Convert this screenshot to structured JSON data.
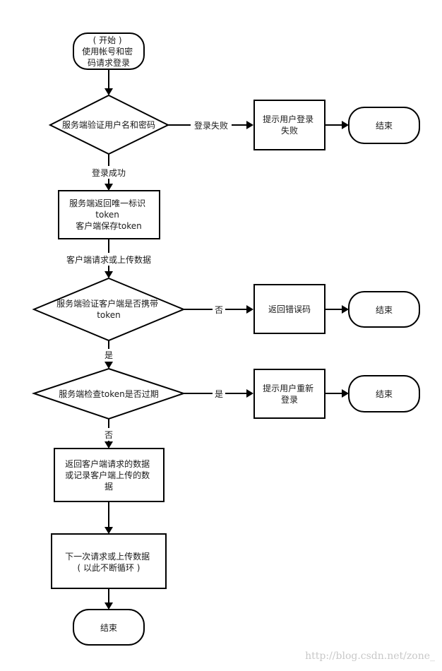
{
  "nodes": {
    "start": [
      "( 开始 )",
      "使用帐号和密",
      "码请求登录"
    ],
    "check_credentials": [
      "服务端验证用户名和密码"
    ],
    "login_failed_notice": [
      "提示用户登录",
      "失败"
    ],
    "end_1": [
      "结束"
    ],
    "return_token": [
      "服务端返回唯一标识",
      "token",
      "客户端保存token"
    ],
    "check_token_present": [
      "服务端验证客户端是否携带",
      "token"
    ],
    "return_error_code": [
      "返回错误码"
    ],
    "end_2": [
      "结束"
    ],
    "check_token_expired": [
      "服务端检查token是否过期"
    ],
    "relogin_notice": [
      "提示用户重新",
      "登录"
    ],
    "end_3": [
      "结束"
    ],
    "return_data": [
      "返回客户端请求的数据",
      "或记录客户端上传的数",
      "据"
    ],
    "next_request": [
      "下一次请求或上传数据",
      "( 以此不断循环 )"
    ],
    "end_final": [
      "结束"
    ]
  },
  "edge_labels": {
    "login_failed": "登录失败",
    "login_success": "登录成功",
    "client_request": "客户端请求或上传数据",
    "no_token": "否",
    "has_token": "是",
    "expired": "是",
    "not_expired": "否"
  },
  "watermark": "http://blog.csdn.net/zone_"
}
